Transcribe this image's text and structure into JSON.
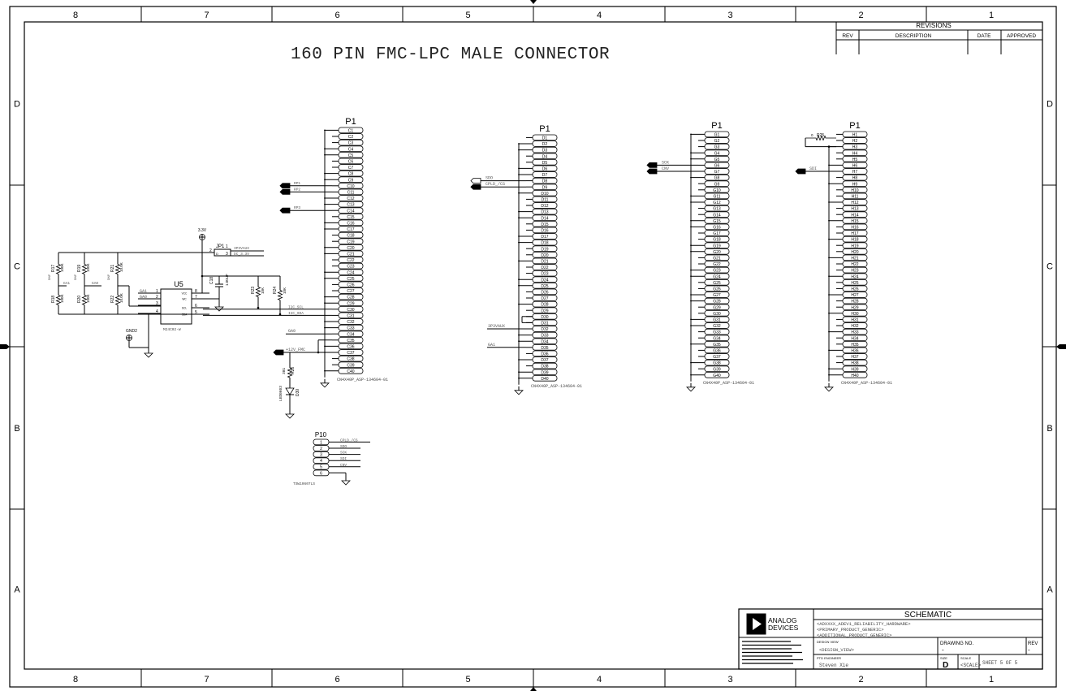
{
  "sheet_title": "160 PIN FMC-LPC MALE CONNECTOR",
  "border": {
    "columns": [
      "8",
      "7",
      "6",
      "5",
      "4",
      "3",
      "2",
      "1"
    ],
    "rows": [
      "D",
      "C",
      "B",
      "A"
    ]
  },
  "revisions": {
    "title": "REVISIONS",
    "headers": [
      "REV",
      "DESCRIPTION",
      "DATE",
      "APPROVED"
    ]
  },
  "title_block": {
    "company_line1": "ANALOG",
    "company_line2": "DEVICES",
    "doc_type": "SCHEMATIC",
    "project_lines": [
      "<ADXXXX_ADEV1_RELIABILITY_HARDWARE>",
      "<PRIMARY_PRODUCT_GENERIC>",
      "<ADDITIONAL_PRODUCT_GENERIC>"
    ],
    "design_view_label": "DESIGN VIEW",
    "design_view_value": "<DESIGN_VIEW>",
    "drawing_no_label": "DRAWING NO.",
    "drawing_no_value": "-",
    "rev_label": "REV",
    "rev_value": "-",
    "engineer_label": "PTD ENGINEER",
    "engineer_value": "Steven Xie",
    "size_label": "SIZE",
    "size_value": "D",
    "scale_label": "SCALE",
    "scale_value": "<SCALE>",
    "sheet_label": "SHEET",
    "sheet_value": "5",
    "of_label": "OF",
    "of_value": "5"
  },
  "connectors": {
    "c": {
      "ref": "P1",
      "part": "CN4X40P_ASP-134604-01",
      "prefix": "C",
      "count": 40
    },
    "d": {
      "ref": "P1",
      "part": "CN4X40P_ASP-134604-01",
      "prefix": "D",
      "count": 40
    },
    "g": {
      "ref": "P1",
      "part": "CN4X40P_ASP-134604-01",
      "prefix": "G",
      "count": 40
    },
    "h": {
      "ref": "P1",
      "part": "CN4X40P_ASP-134604-01",
      "prefix": "H",
      "count": 40
    }
  },
  "nets": {
    "c10": "RP1",
    "c11": "RP2",
    "c14": "RP3",
    "c30": "I2C_SCL",
    "c31": "I2C_SDA",
    "c34": "GA0",
    "c37": "+12V_FMC",
    "d8": "SDO",
    "d9": "CPLD_/CS",
    "d32": "3P3VAUX",
    "d35": "GA1",
    "g6": "SCK",
    "g7": "CNV",
    "h7": "SDI"
  },
  "eeprom": {
    "ref": "U5",
    "part": "M24C02-W",
    "pins_left": [
      {
        "n": "1",
        "sig": "GA1"
      },
      {
        "n": "2",
        "sig": "GA0"
      },
      {
        "n": "3",
        "sig": ""
      },
      {
        "n": "4",
        "sig": ""
      }
    ],
    "pins_right": [
      {
        "n": "8",
        "name": "VCC"
      },
      {
        "n": "7",
        "name": "WC"
      },
      {
        "n": "6",
        "name": "SCL"
      },
      {
        "n": "5",
        "name": "SDA"
      }
    ]
  },
  "power": {
    "v33": "3.3V",
    "gnd2": "GND2"
  },
  "jumper": {
    "ref": "JP1",
    "net1": "3P3VAUX",
    "net3": "DC_3.3V"
  },
  "components": {
    "r17": "R17",
    "r17v": "100K",
    "r19": "R19",
    "r19v": "100K",
    "r21": "R21",
    "r21v": "10.0K",
    "r18": "R18",
    "r18v": "100K",
    "r20": "R20",
    "r20v": "100K",
    "r22": "R22",
    "r22v": "10.0K",
    "r23": "R23",
    "r23v": "10K",
    "r24": "R24",
    "r24v": "10K",
    "c18": "C18",
    "c18v": "1.00UF",
    "r26": "R26",
    "r26v": "301",
    "ds": "D30",
    "dsv": "LED0603",
    "r25": "R25",
    "r25v": "0",
    "dnp": "DNP"
  },
  "header": {
    "ref": "P10",
    "part": "TSW10607LS",
    "pins": [
      {
        "n": "1",
        "sig": "CPLD_/CS"
      },
      {
        "n": "2",
        "sig": "SDO"
      },
      {
        "n": "3",
        "sig": "SCK"
      },
      {
        "n": "4",
        "sig": "SDI"
      },
      {
        "n": "5",
        "sig": "CNV"
      },
      {
        "n": "6",
        "sig": ""
      }
    ]
  }
}
